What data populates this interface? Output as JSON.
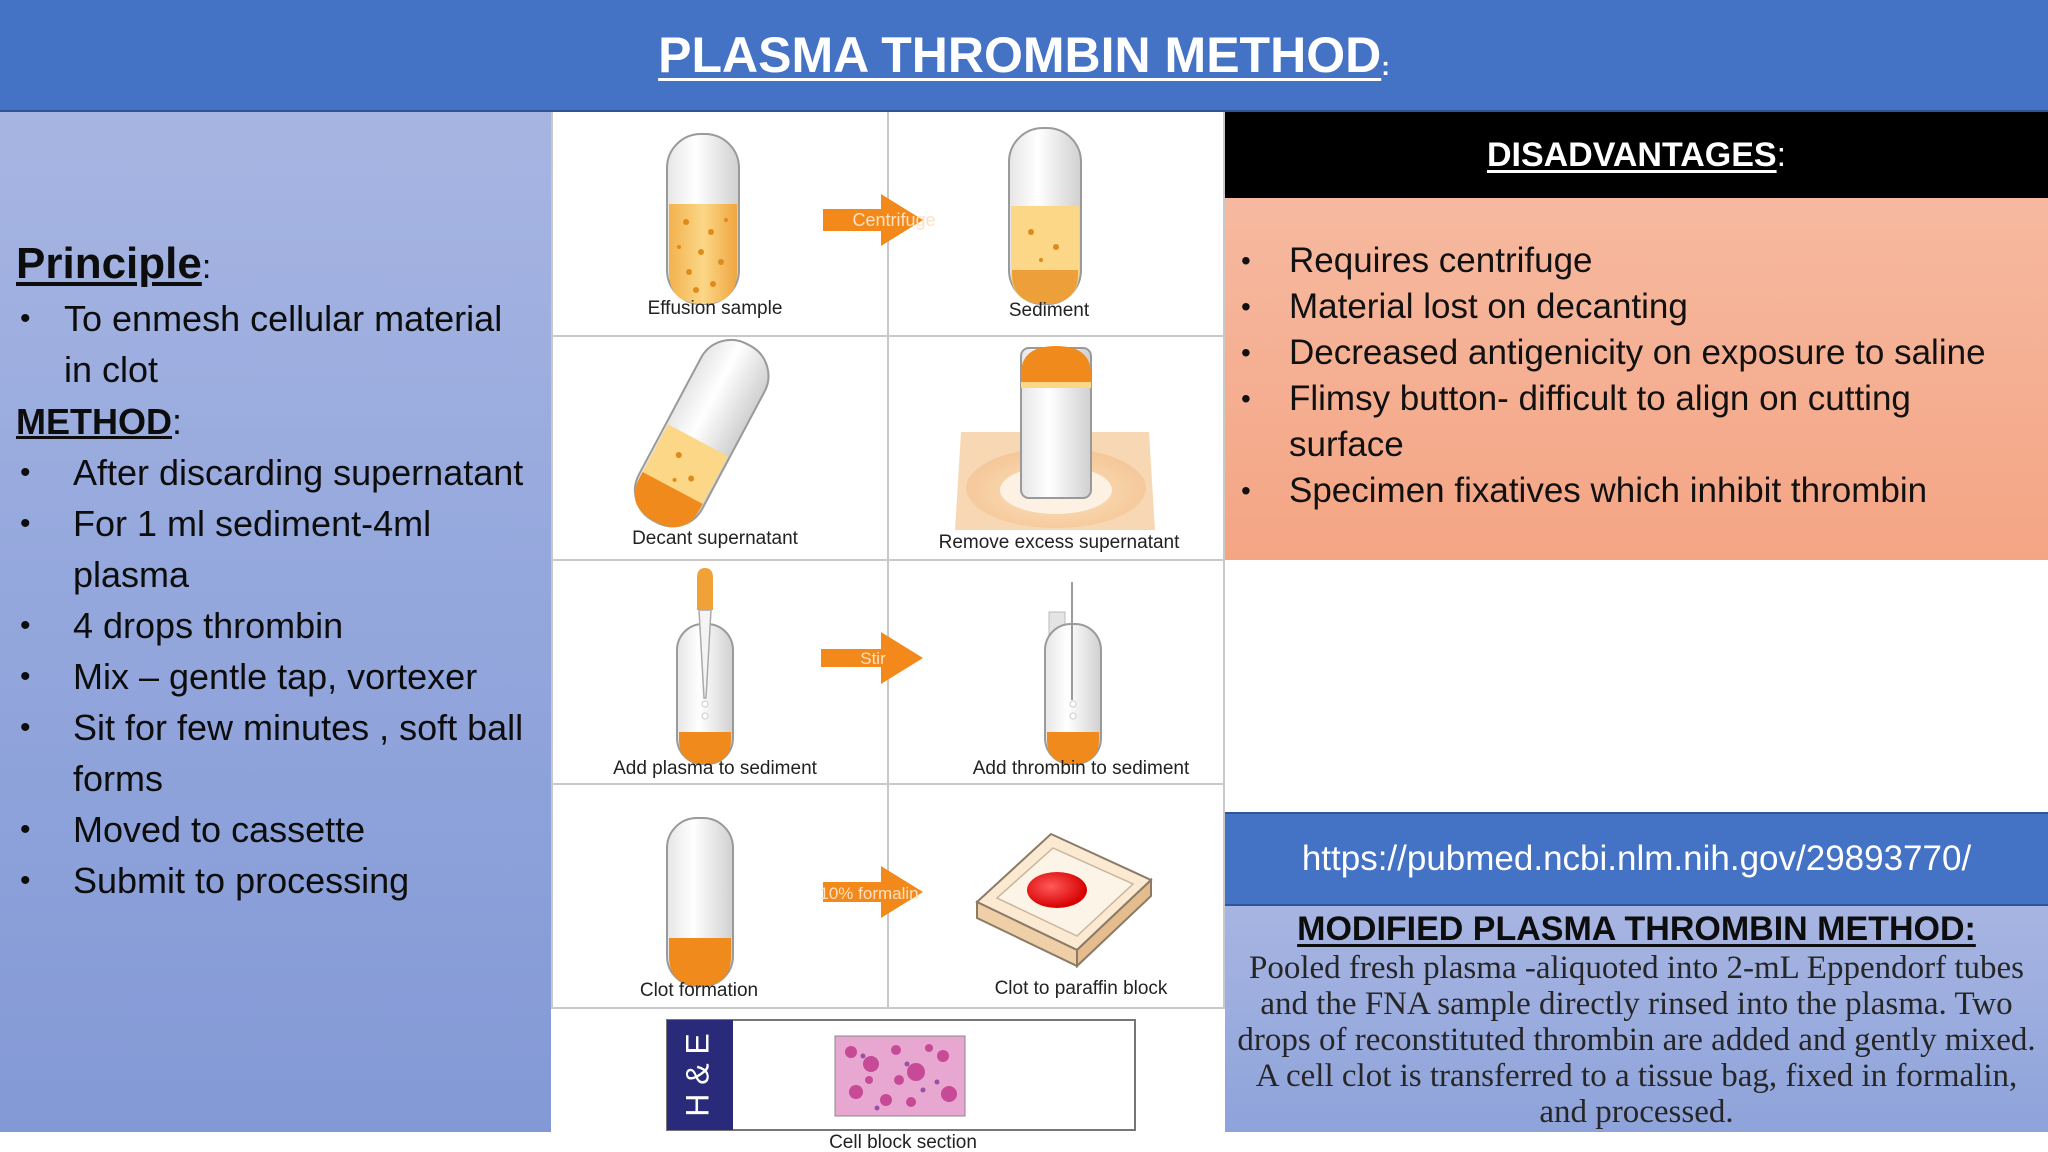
{
  "header": {
    "title": "PLASMA THROMBIN METHOD",
    "colon": ":"
  },
  "principle": {
    "heading": "Principle",
    "colon": ":",
    "items": [
      "To enmesh cellular material in clot"
    ]
  },
  "method": {
    "heading": "METHOD",
    "colon": ":",
    "items": [
      "After discarding supernatant",
      "For 1 ml sediment-4ml plasma",
      "4 drops thrombin",
      "Mix – gentle tap, vortexer",
      "Sit for few minutes , soft ball forms",
      "Moved to cassette",
      "Submit to processing"
    ]
  },
  "diagram": {
    "steps": [
      "Effusion sample",
      "Sediment",
      "Decant supernatant",
      "Remove excess supernatant",
      "Add plasma to sediment",
      "Add thrombin to sediment",
      "Clot formation",
      "Clot to paraffin block",
      "Cell block section"
    ],
    "arrows": [
      "Centrifuge",
      "Stir",
      "10% formalin"
    ],
    "stain_label": "H & E",
    "colors": {
      "orange": "#f08a1c",
      "liquid": "#f7c76a",
      "arrow": "#f2891a",
      "slide_label": "#2a2a7a",
      "tissue": "#d9479a"
    }
  },
  "disadvantages": {
    "heading": "DISADVANTAGES",
    "colon": ":",
    "items": [
      "Requires centrifuge",
      "Material lost on decanting",
      "Decreased antigenicity on exposure to saline",
      "Flimsy button- difficult to align on cutting surface",
      "Specimen fixatives which inhibit thrombin"
    ]
  },
  "reference": {
    "url": "https://pubmed.ncbi.nlm.nih.gov/29893770/"
  },
  "modified": {
    "title": "MODIFIED PLASMA THROMBIN METHOD:",
    "text": "Pooled fresh plasma -aliquoted into 2-mL Eppendorf tubes and the FNA sample directly rinsed into the plasma. Two drops of reconstituted thrombin are added and gently mixed. A cell clot is transferred to a tissue bag, fixed in formalin, and processed."
  },
  "colors": {
    "header_blue": "#4472c4",
    "panel_lavender": "#98aadd",
    "salmon": "#f5ad8f",
    "black": "#000000"
  }
}
